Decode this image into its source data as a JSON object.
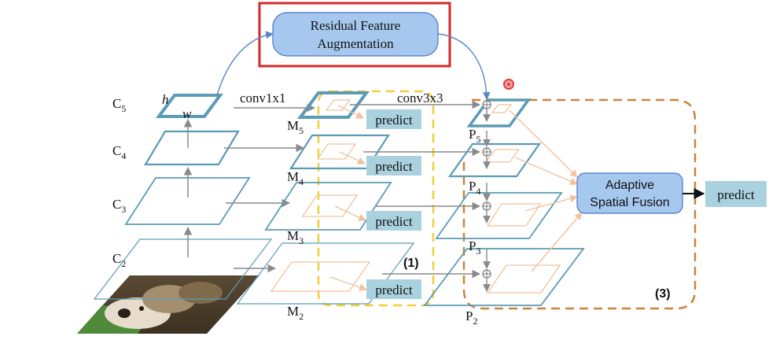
{
  "diagram": {
    "rfa_label_line1": "Residual Feature",
    "rfa_label_line2": "Augmentation",
    "asf_label_line1": "Adaptive",
    "asf_label_line2": "Spatial Fusion",
    "backbone_labels": {
      "c5": "C",
      "c5_sub": "5",
      "c4": "C",
      "c4_sub": "4",
      "c3": "C",
      "c3_sub": "3",
      "c2": "C",
      "c2_sub": "2"
    },
    "m_labels": {
      "m5": "M",
      "m5_sub": "5",
      "m4": "M",
      "m4_sub": "4",
      "m3": "M",
      "m3_sub": "3",
      "m2": "M",
      "m2_sub": "2"
    },
    "p_labels": {
      "p5": "P",
      "p5_sub": "5",
      "p4": "P",
      "p4_sub": "4",
      "p3": "P",
      "p3_sub": "3",
      "p2": "P",
      "p2_sub": "2"
    },
    "h_label": "h",
    "w_label": "w",
    "conv1_label": "conv1x1",
    "conv3_label": "conv3x3",
    "predict_label": "predict",
    "section1_label": "(1)",
    "section3_label": "(3)",
    "colors": {
      "plane_stroke": "#5b9bb5",
      "predict_fill": "#a9d2de",
      "module_fill": "#a7c8ee",
      "module_stroke": "#4a74c9",
      "highlight_red": "#d42a2a",
      "yellow_dash": "#f0cf3c",
      "orange_dash": "#c9843d",
      "inner_orange": "#f1c29c",
      "arrow_gray": "#8a8a8a"
    }
  }
}
